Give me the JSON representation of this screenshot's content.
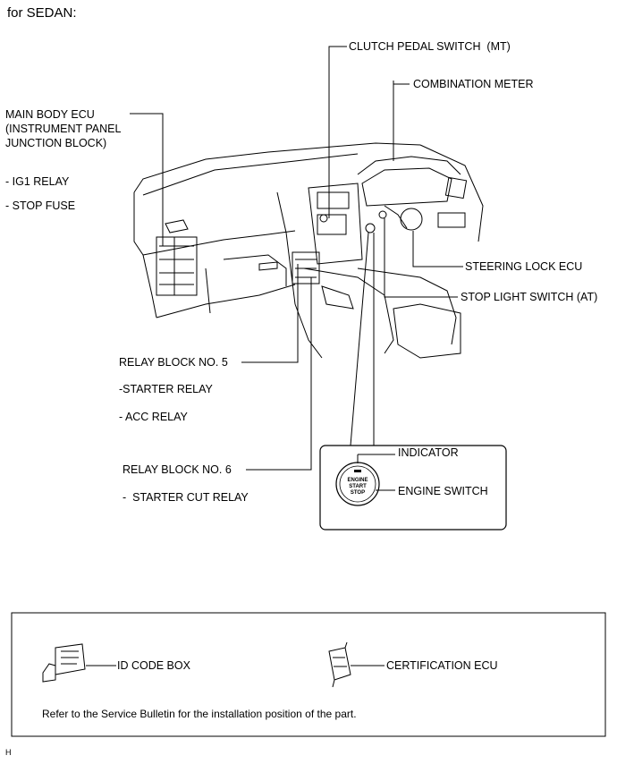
{
  "heading": "for SEDAN:",
  "labels": {
    "clutch_pedal_switch": "CLUTCH PEDAL SWITCH  (MT)",
    "combination_meter": "COMBINATION METER",
    "main_body_ecu": "MAIN BODY ECU\n(INSTRUMENT PANEL\nJUNCTION BLOCK)",
    "ig1_relay": "- IG1 RELAY",
    "stop_fuse": "- STOP FUSE",
    "steering_lock_ecu": "STEERING LOCK ECU",
    "stop_light_switch": "STOP LIGHT SWITCH (AT)",
    "relay_block_5": "RELAY BLOCK NO. 5",
    "starter_relay": "-STARTER RELAY",
    "acc_relay": "- ACC RELAY",
    "relay_block_6": "RELAY BLOCK NO. 6",
    "starter_cut_relay": "-  STARTER CUT RELAY",
    "indicator": "INDICATOR",
    "engine_switch": "ENGINE SWITCH",
    "button_text": [
      "ENGINE",
      "START",
      "STOP"
    ]
  },
  "info_box": {
    "id_code_box": "ID CODE BOX",
    "certification_ecu": "CERTIFICATION ECU",
    "note": "Refer to the Service Bulletin for the installation position of the part."
  },
  "footer": "H"
}
